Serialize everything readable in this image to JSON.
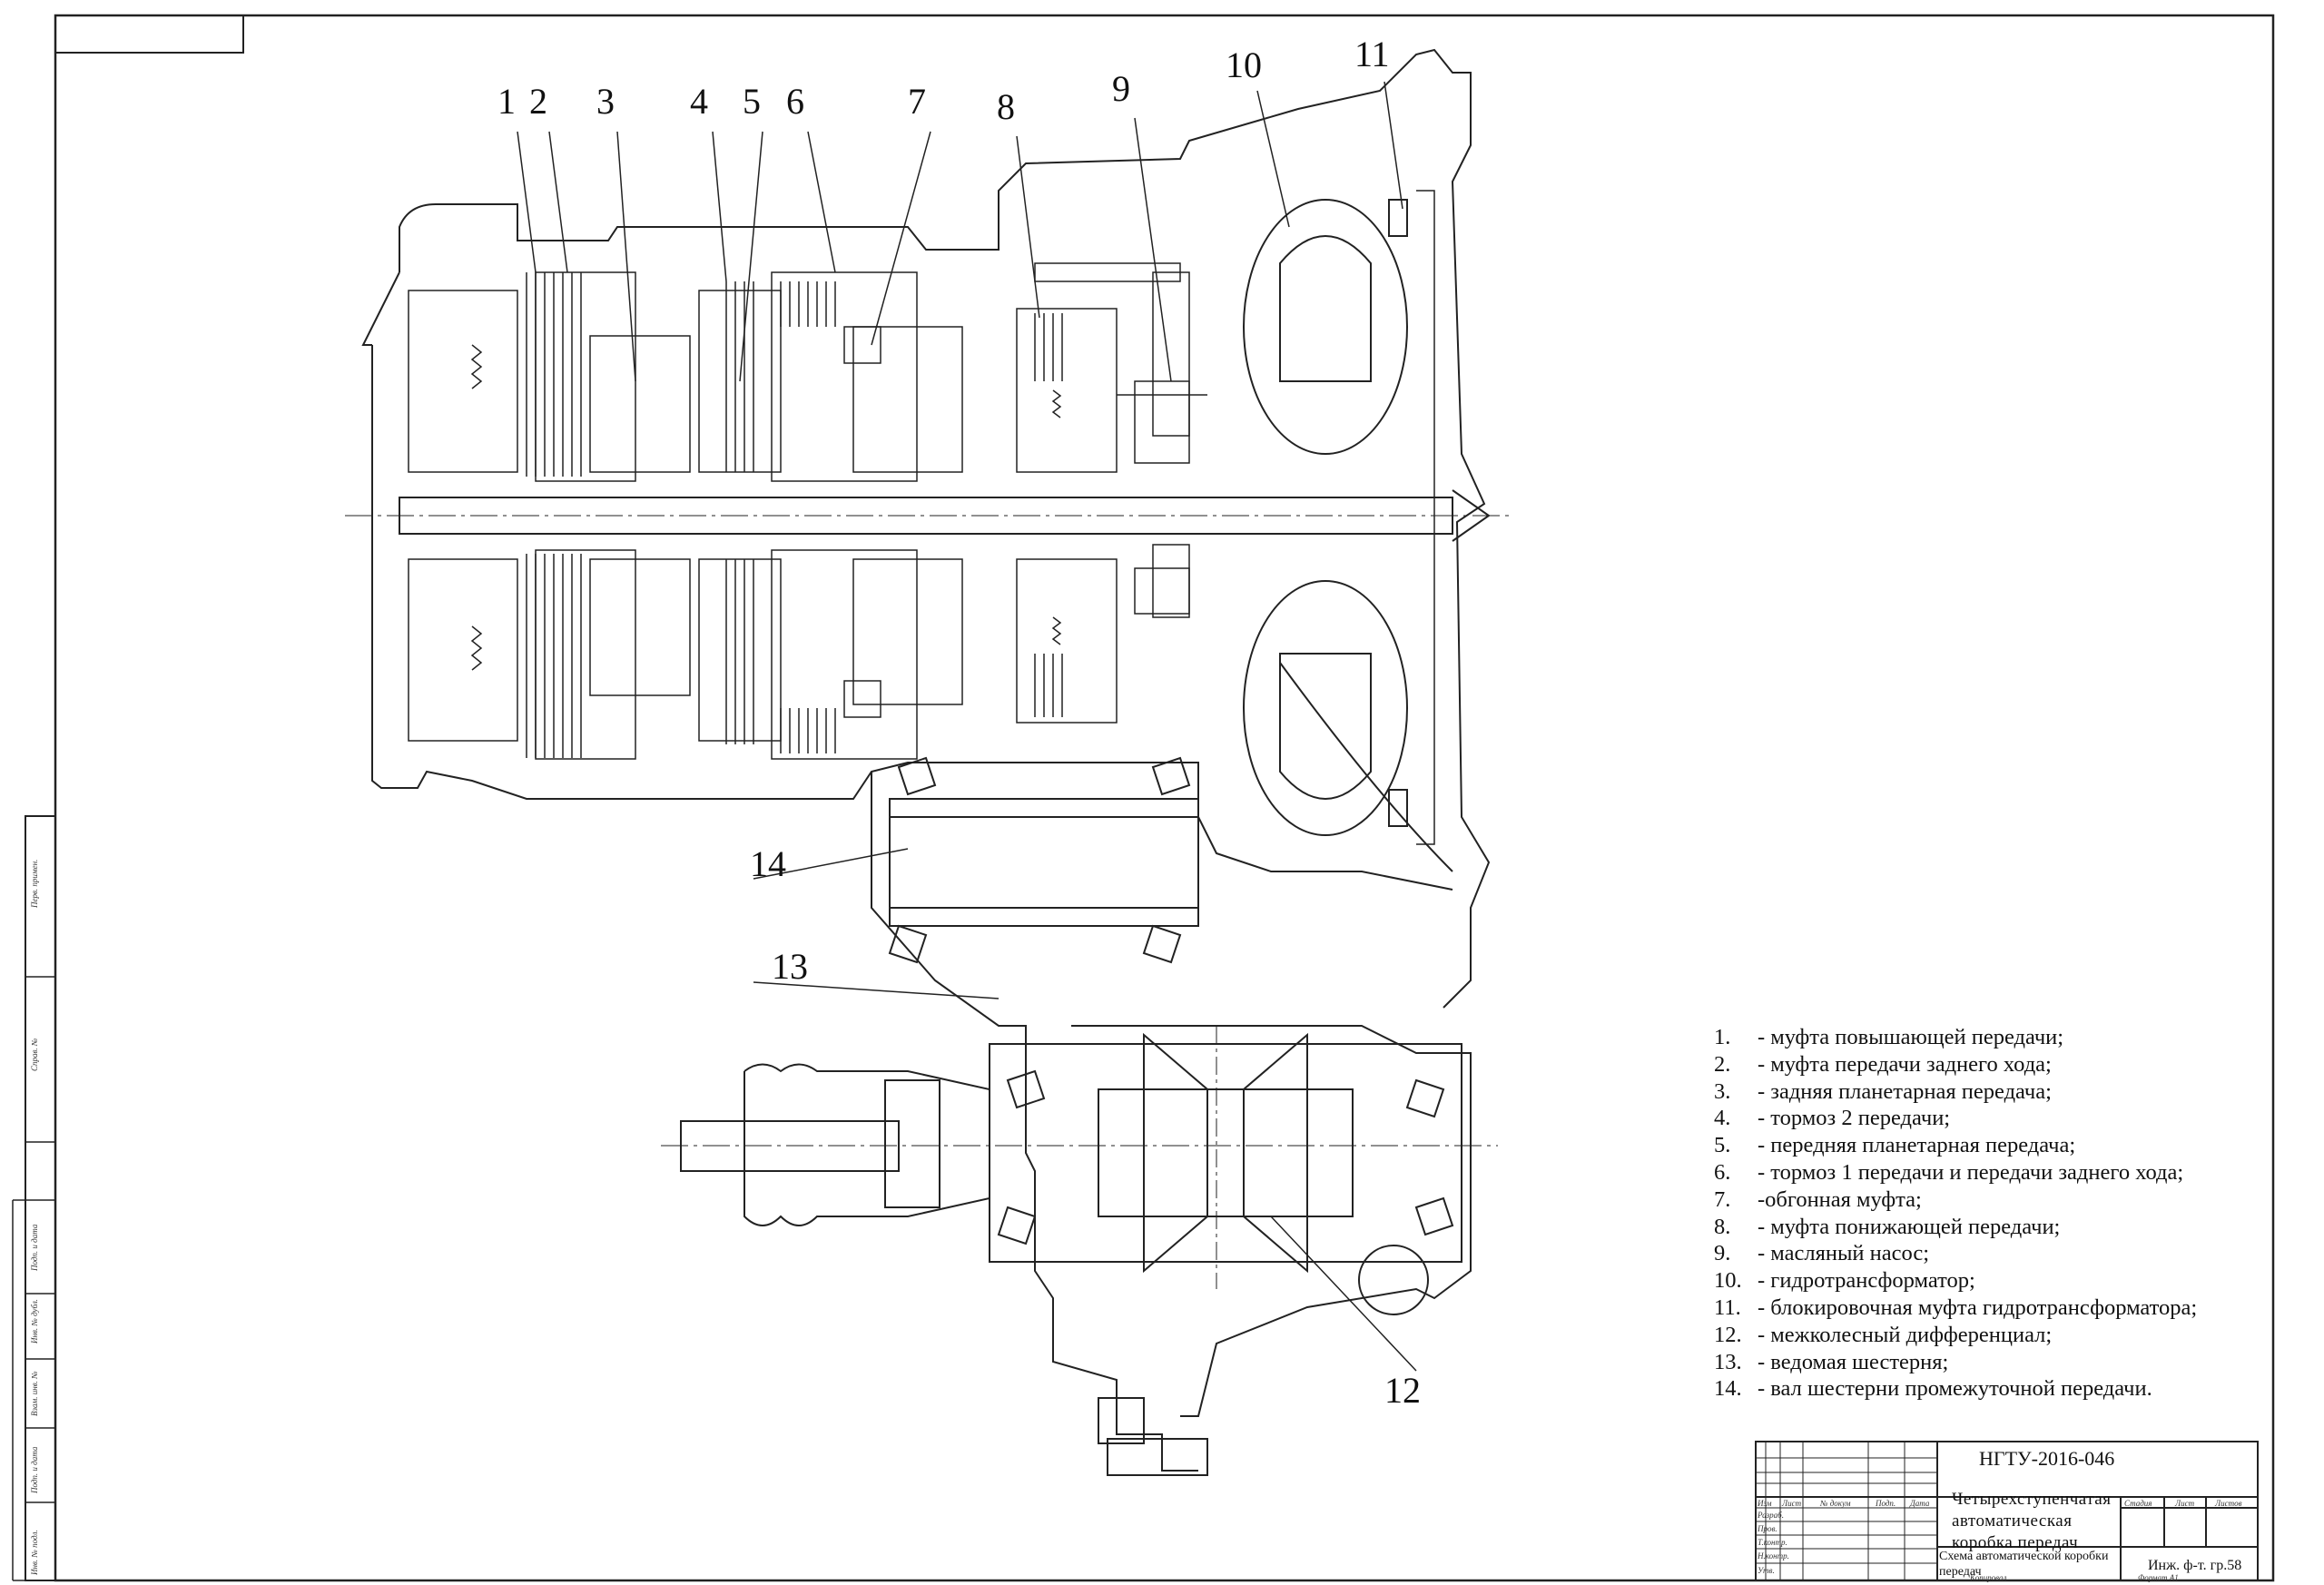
{
  "callouts": [
    "1",
    "2",
    "3",
    "4",
    "5",
    "6",
    "7",
    "8",
    "9",
    "10",
    "11",
    "12",
    "13",
    "14"
  ],
  "legend": [
    {
      "num": "1.",
      "text": "- муфта повышающей передачи;"
    },
    {
      "num": "2.",
      "text": "- муфта передачи заднего хода;"
    },
    {
      "num": "3.",
      "text": "- задняя планетарная передача;"
    },
    {
      "num": "4.",
      "text": "- тормоз 2 передачи;"
    },
    {
      "num": "5.",
      "text": "- передняя планетарная передача;"
    },
    {
      "num": "6.",
      "text": "- тормоз 1 передачи и передачи заднего хода;"
    },
    {
      "num": "7.",
      "text": "-обгонная муфта;"
    },
    {
      "num": "8.",
      "text": "- муфта понижающей передачи;"
    },
    {
      "num": "9.",
      "text": "- масляный насос;"
    },
    {
      "num": "10.",
      "text": "- гидротрансформатор;"
    },
    {
      "num": "11.",
      "text": "- блокировочная муфта гидротрансформатора;"
    },
    {
      "num": "12.",
      "text": "- межколесный дифференциал;"
    },
    {
      "num": "13.",
      "text": "- ведомая шестерня;"
    },
    {
      "num": "14.",
      "text": "- вал шестерни промежуточной передачи."
    }
  ],
  "title_block": {
    "code": "НГТУ-2016-046",
    "name_lines": [
      "Четырехступенчатая",
      "автоматическая",
      "коробка передач"
    ],
    "sheet_title": "Схема  автоматической коробки передач",
    "organization": "Инж. ф-т. гр.58",
    "headers": {
      "izm": "Изм",
      "list": "Лист",
      "doc": "№ докум",
      "sign": "Подп.",
      "date": "Дата",
      "stage": "Стадия",
      "sheet": "Лист",
      "sheets": "Листов"
    },
    "roles": [
      "Разраб.",
      "Пров.",
      "Т.контр.",
      "",
      "Н.контр.",
      "Утв."
    ],
    "copied": "Копировал",
    "format": "Формат А1"
  },
  "side_stamps": [
    "Перв. примен.",
    "Справ. №",
    "Подп. и дата",
    "Инв. № дубл.",
    "Взам. инв. №",
    "Подп. и дата",
    "Инв. № подл."
  ]
}
